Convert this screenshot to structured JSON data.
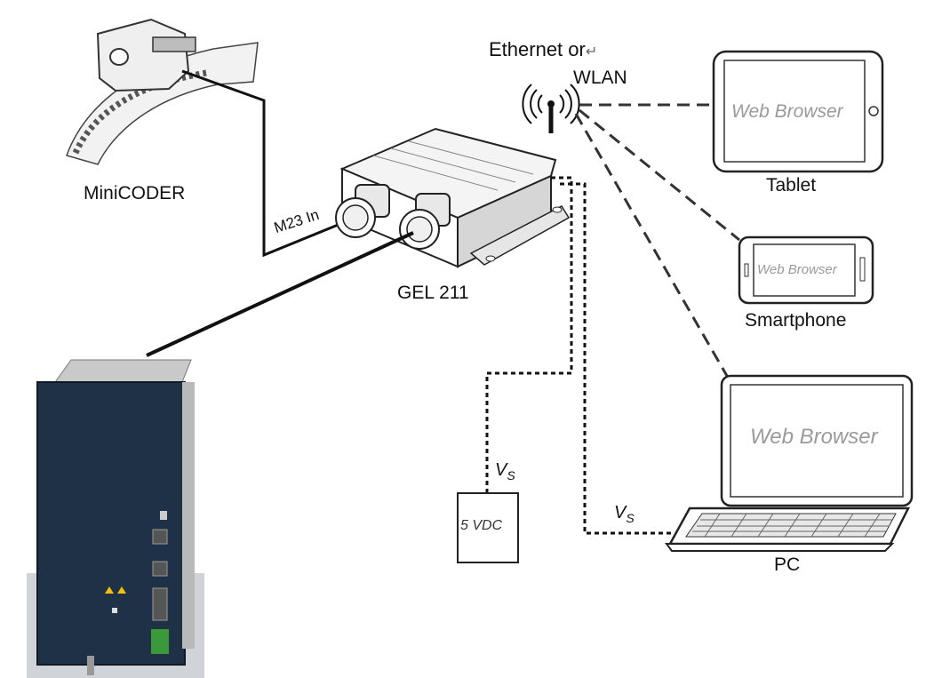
{
  "labels": {
    "ethernet": "Ethernet or",
    "ethernet_mark": "↵",
    "wlan": "WLAN",
    "minicoder": "MiniCODER",
    "m23": "M23 In",
    "gel": "GEL 211",
    "tablet": "Tablet",
    "smartphone": "Smartphone",
    "pc": "PC",
    "vs_symbol": "V",
    "vs_sub": "S",
    "vdc": "5 VDC"
  },
  "screens": {
    "tablet": "Web Browser",
    "smartphone": "Web Browser",
    "pc": "Web Browser"
  },
  "colors": {
    "line": "#111111",
    "screen_text": "#9a9a9a",
    "drive_panel": "#1f3146"
  }
}
